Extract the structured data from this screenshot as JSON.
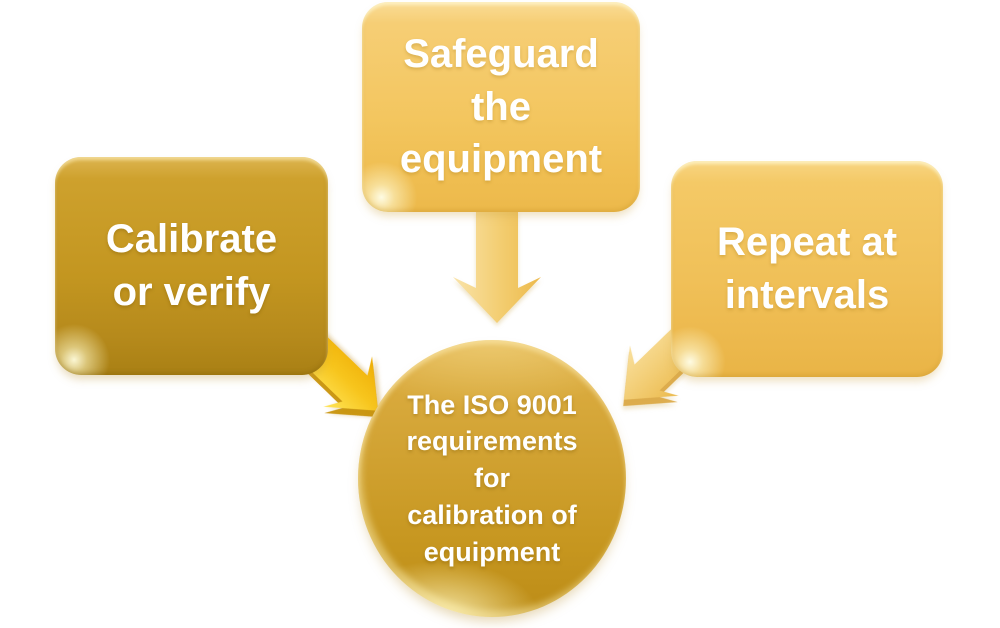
{
  "diagram": {
    "type": "converging-arrows-smartart",
    "background": "#FFFFFF",
    "text_color": "#FFFFFF",
    "center_node": {
      "id": "iso-9001-requirements",
      "shape": "circle",
      "fill": "#C6961F",
      "label": "The ISO 9001 requirements for calibration of equipment",
      "lines": [
        "The ISO 9001",
        "requirements",
        "for",
        "calibration of",
        "equipment"
      ]
    },
    "nodes": [
      {
        "id": "calibrate-or-verify",
        "position": "left",
        "shape": "rounded-rectangle",
        "fill": "#C39620",
        "label": "Calibrate or verify",
        "lines": [
          "Calibrate",
          "or verify"
        ]
      },
      {
        "id": "safeguard-the-equipment",
        "position": "top",
        "shape": "rounded-rectangle",
        "fill": "#F3C65F",
        "label": "Safeguard the equipment",
        "lines": [
          "Safeguard",
          "the",
          "equipment"
        ]
      },
      {
        "id": "repeat-at-intervals",
        "position": "right",
        "shape": "rounded-rectangle",
        "fill": "#F0C058",
        "label": "Repeat at intervals",
        "lines": [
          "Repeat at",
          "intervals"
        ]
      }
    ],
    "arrows": [
      {
        "id": "arrow-from-left",
        "from": "calibrate-or-verify",
        "to": "iso-9001-requirements",
        "direction": "down-right",
        "color": "#F6C41E"
      },
      {
        "id": "arrow-from-top",
        "from": "safeguard-the-equipment",
        "to": "iso-9001-requirements",
        "direction": "down",
        "color": "#F0C45F"
      },
      {
        "id": "arrow-from-right",
        "from": "repeat-at-intervals",
        "to": "iso-9001-requirements",
        "direction": "down-left",
        "color": "#F2CB6E"
      }
    ]
  }
}
